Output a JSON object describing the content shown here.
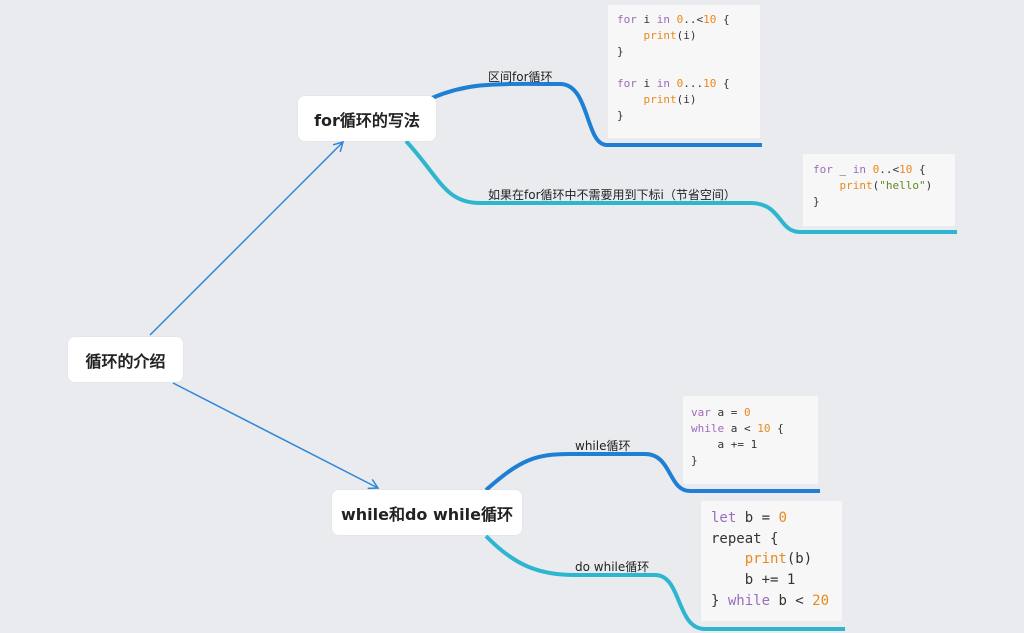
{
  "root": {
    "title": "循环的介绍"
  },
  "for_topic": {
    "title": "for循环的写法",
    "branch1_label": "区间for循环",
    "branch2_label": "如果在for循环中不需要用到下标i（节省空间）",
    "code1": {
      "l1": {
        "a": "for",
        "b": " i ",
        "c": "in",
        "d": " ",
        "e": "0",
        "f": "..<",
        "g": "10",
        "h": " {"
      },
      "l2": {
        "a": "    ",
        "b": "print",
        "c": "(i)"
      },
      "l3": "}",
      "l5": {
        "a": "for",
        "b": " i ",
        "c": "in",
        "d": " ",
        "e": "0",
        "f": "...",
        "g": "10",
        "h": " {"
      },
      "l6": {
        "a": "    ",
        "b": "print",
        "c": "(i)"
      },
      "l7": "}"
    },
    "code2": {
      "l1": {
        "a": "for",
        "b": " _ ",
        "c": "in",
        "d": " ",
        "e": "0",
        "f": "..<",
        "g": "10",
        "h": " {"
      },
      "l2": {
        "a": "    ",
        "b": "print",
        "c": "(",
        "d": "\"hello\"",
        "e": ")"
      },
      "l3": "}"
    }
  },
  "while_topic": {
    "title": "while和do while循环",
    "branch1_label": "while循环",
    "branch2_label": "do while循环",
    "code1": {
      "l1": {
        "a": "var",
        "b": " a = ",
        "c": "0"
      },
      "l2": {
        "a": "while",
        "b": " a < ",
        "c": "10",
        "d": " {"
      },
      "l3": "    a += 1",
      "l4": "}"
    },
    "code2": {
      "l1": {
        "a": "let",
        "b": " b = ",
        "c": "0"
      },
      "l2": "repeat {",
      "l3": {
        "a": "    ",
        "b": "print",
        "c": "(b)"
      },
      "l4": "    b += 1",
      "l5": {
        "a": "} ",
        "b": "while",
        "c": " b < ",
        "d": "20"
      }
    }
  },
  "colors": {
    "background": "#e9ebee",
    "arrow": "#2f86d8",
    "branch_dark": "#1f7fd4",
    "branch_light": "#2fb6cf",
    "keyword": "#9b6bbd",
    "number": "#e8891c",
    "string": "#5d8a1e"
  }
}
